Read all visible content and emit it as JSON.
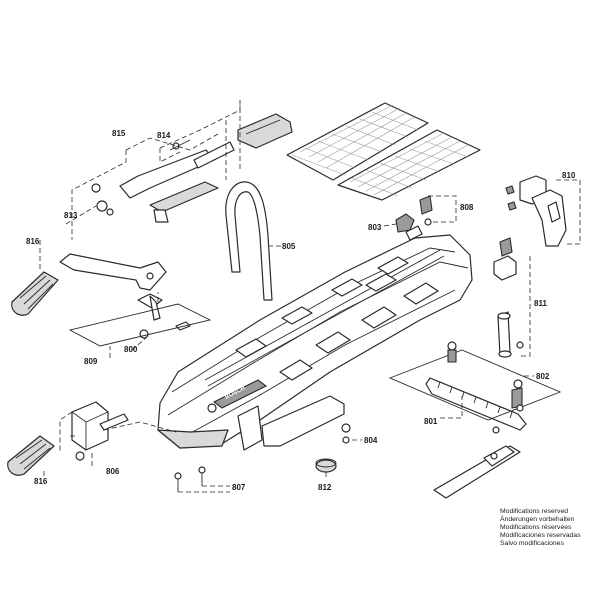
{
  "callouts": {
    "c815": "815",
    "c814": "814",
    "c813": "813",
    "c816a": "816",
    "c805": "805",
    "c808": "808",
    "c803": "803",
    "c810": "810",
    "c809": "809",
    "c800": "800",
    "c811": "811",
    "c802": "802",
    "c801": "801",
    "c804": "804",
    "c816b": "816",
    "c806": "806",
    "c812": "812",
    "c807": "807"
  },
  "brand_label": "BOSCH",
  "notes": [
    "Modifications reserved",
    "Änderungen vorbehalten",
    "Modifications réservées",
    "Modificaciones reservadas",
    "Salvo modificaciones"
  ],
  "colors": {
    "line": "#2b2b2b",
    "hatch": "#9c9c9c",
    "part_fill": "#ffffff",
    "shade": "#d9d9d9"
  }
}
